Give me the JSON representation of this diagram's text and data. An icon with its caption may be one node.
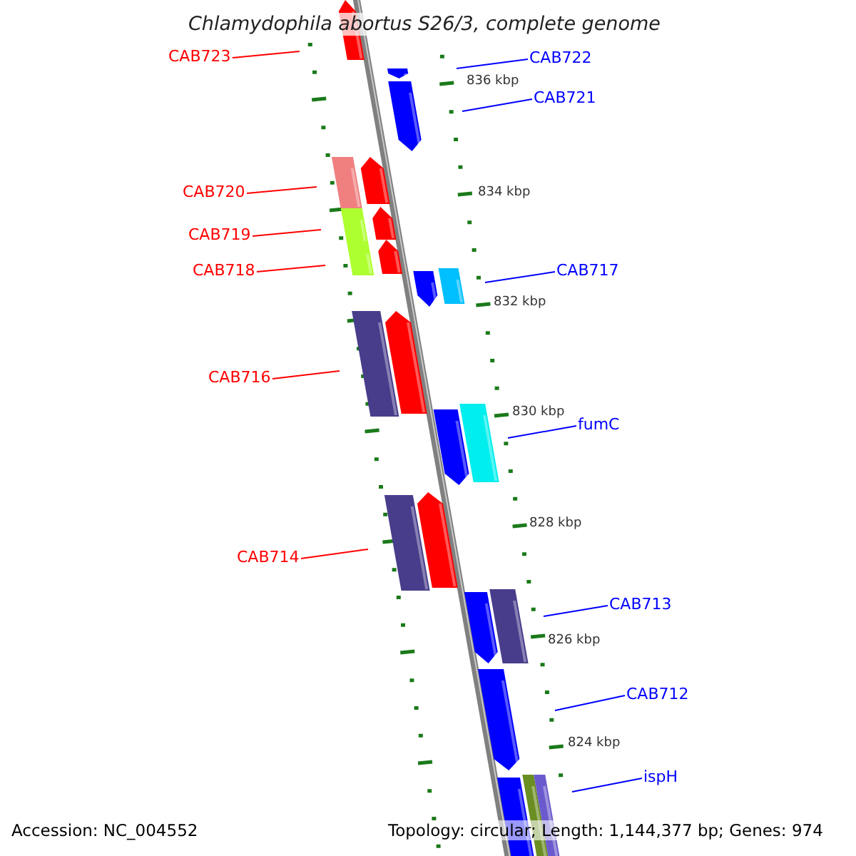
{
  "diagram": {
    "title": "Chlamydophila abortus S26/3, complete genome",
    "nodes": [
      {
        "text": [
          "CAB723"
        ]
      },
      {
        "text": [
          "CAB722"
        ]
      },
      {
        "text": [
          "CAB721"
        ]
      },
      {
        "text": [
          "CAB720"
        ]
      },
      {
        "text": [
          "CAB719"
        ]
      },
      {
        "text": [
          "CAB718"
        ]
      },
      {
        "text": [
          "CAB717"
        ]
      },
      {
        "text": [
          "CAB716"
        ]
      },
      {
        "text": [
          "fumC"
        ]
      },
      {
        "text": [
          "CAB714"
        ]
      },
      {
        "text": [
          "CAB713"
        ]
      },
      {
        "text": [
          "CAB712"
        ]
      },
      {
        "text": [
          "ispH"
        ]
      }
    ],
    "edges": [
      {
        "from": 0,
        "to": null,
        "arrow": "none",
        "color": "#ff0000"
      },
      {
        "from": 1,
        "to": null,
        "arrow": "none"
      },
      {
        "from": 2,
        "to": null,
        "arrow": "none"
      },
      {
        "from": 3,
        "to": null,
        "arrow": "none",
        "color": "#ff0000"
      },
      {
        "from": 4,
        "to": null,
        "arrow": "none",
        "color": "#ff0000"
      },
      {
        "from": 5,
        "to": null,
        "arrow": "none",
        "color": "#ff0000"
      },
      {
        "from": 6,
        "to": null,
        "arrow": "none"
      },
      {
        "from": 7,
        "to": null,
        "arrow": "none",
        "color": "#ff0000"
      },
      {
        "from": 8,
        "to": null,
        "arrow": "none"
      },
      {
        "from": 9,
        "to": null,
        "arrow": "none",
        "color": "#ff0000"
      },
      {
        "from": 10,
        "to": null,
        "arrow": "none"
      },
      {
        "from": 11,
        "to": null,
        "arrow": "none"
      },
      {
        "from": 12,
        "to": null,
        "arrow": "none"
      }
    ],
    "labels": [
      "836 kbp",
      "834 kbp",
      "832 kbp",
      "830 kbp",
      "828 kbp",
      "826 kbp",
      "824 kbp",
      "Accession: NC_004552",
      "Topology: circular; Length: 1,144,377 bp; Genes: 974"
    ]
  }
}
